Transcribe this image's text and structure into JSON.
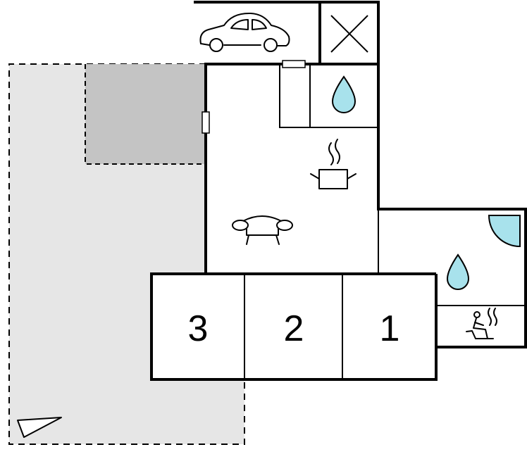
{
  "rooms": [
    {
      "label": "3"
    },
    {
      "label": "2"
    },
    {
      "label": "1"
    }
  ],
  "icons": [
    "car-icon",
    "cross-icon",
    "water-drop-icon",
    "cooking-pot-icon",
    "sofa-icon",
    "shower-corner-icon",
    "sauna-icon",
    "compass-arrow-icon"
  ],
  "colors": {
    "terrace": "#e6e6e6",
    "covered_terrace": "#c4c4c4",
    "water": "#a8e2ec",
    "walls": "#000000"
  }
}
